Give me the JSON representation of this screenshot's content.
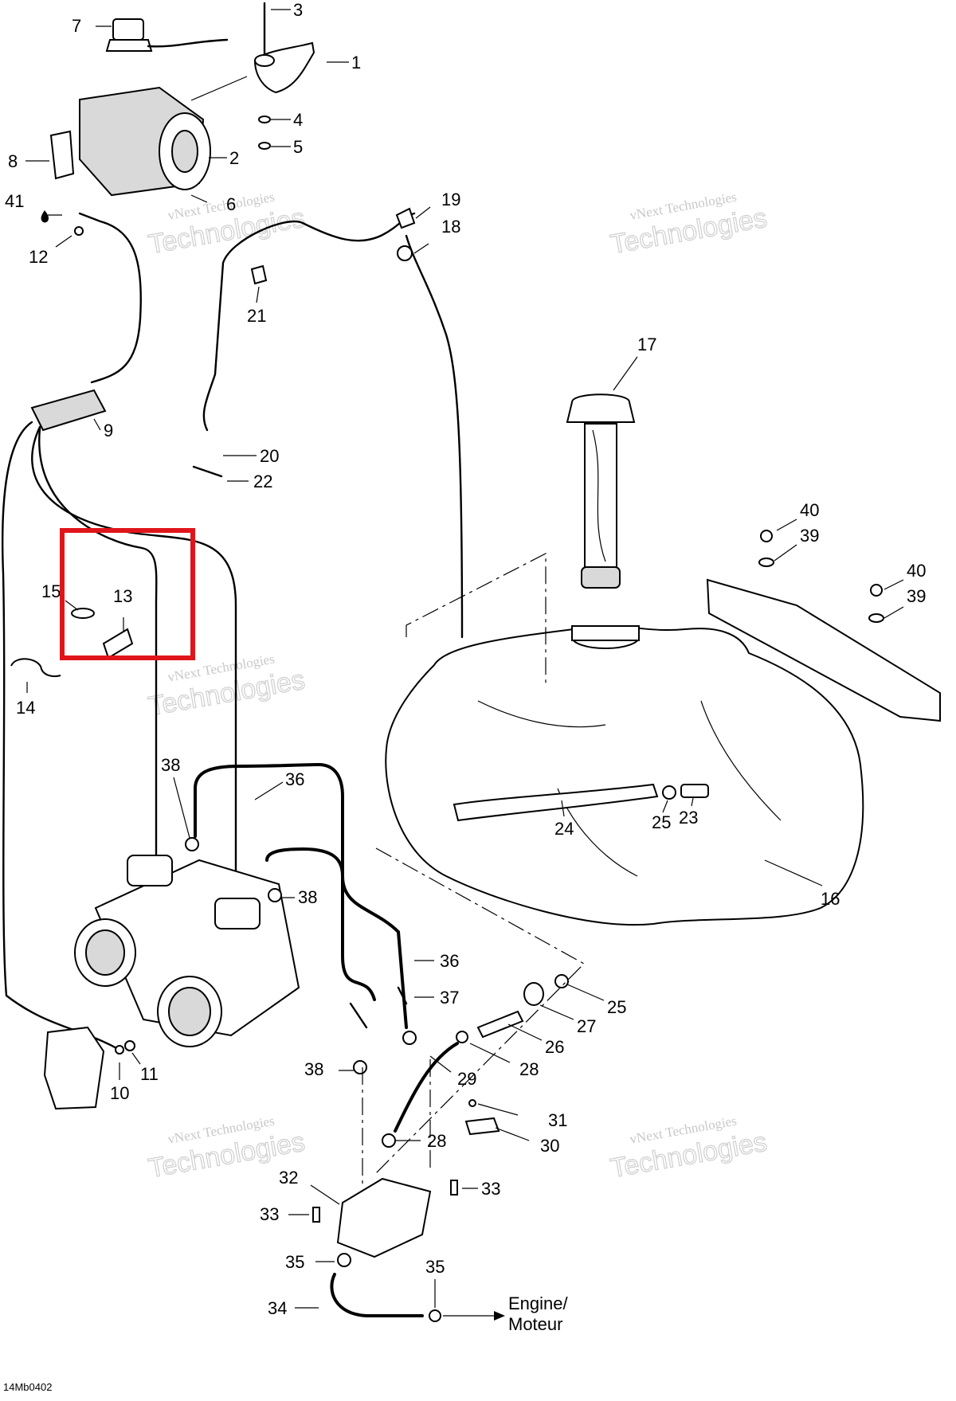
{
  "diagram": {
    "code": "14Mb0402",
    "engine_label_line1": "Engine/",
    "engine_label_line2": "Moteur",
    "watermark_line1": "vNext Technologies",
    "watermark_line2": "Technologies",
    "highlight_color": "#e0151b",
    "callouts": {
      "c1": "1",
      "c2": "2",
      "c3": "3",
      "c4": "4",
      "c5": "5",
      "c6": "6",
      "c7": "7",
      "c8": "8",
      "c9": "9",
      "c10": "10",
      "c11": "11",
      "c12": "12",
      "c13": "13",
      "c14": "14",
      "c15": "15",
      "c16": "16",
      "c17": "17",
      "c18": "18",
      "c19": "19",
      "c20": "20",
      "c21": "21",
      "c22": "22",
      "c23": "23",
      "c24": "24",
      "c25a": "25",
      "c25b": "25",
      "c26": "26",
      "c27": "27",
      "c28a": "28",
      "c28b": "28",
      "c29": "29",
      "c30": "30",
      "c31": "31",
      "c32": "32",
      "c33a": "33",
      "c33b": "33",
      "c34": "34",
      "c35a": "35",
      "c35b": "35",
      "c36a": "36",
      "c36b": "36",
      "c37": "37",
      "c38a": "38",
      "c38b": "38",
      "c38c": "38",
      "c39a": "39",
      "c39b": "39",
      "c40a": "40",
      "c40b": "40",
      "c41": "41"
    }
  }
}
